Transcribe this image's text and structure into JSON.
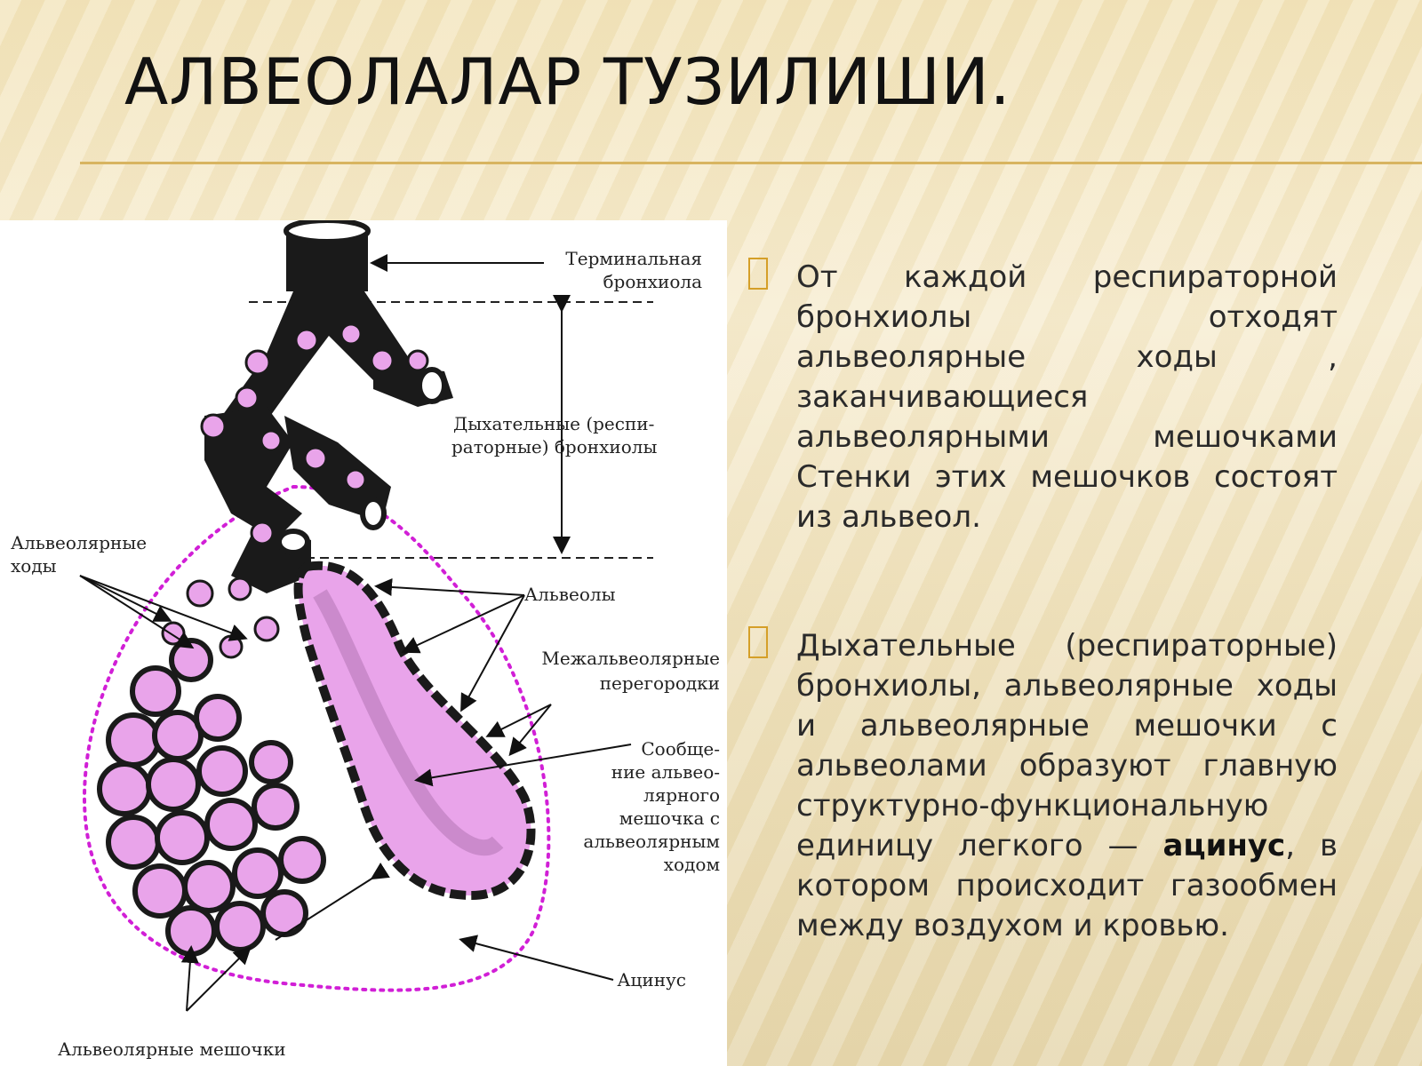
{
  "slide": {
    "title": "АЛВЕОЛАЛАР ТУЗИЛИШИ."
  },
  "diagram": {
    "labels": {
      "terminal_1": "Терминальная",
      "terminal_2": "бронхиола",
      "resp_1": "Дыхательные (респи-",
      "resp_2": "раторные) бронхиолы",
      "alv_ducts_1": "Альвеолярные",
      "alv_ducts_2": "ходы",
      "alveoli": "Альвеолы",
      "septa_1": "Межальвеолярные",
      "septa_2": "перегородки",
      "comm_1": "Сообще-",
      "comm_2": "ние альвео-",
      "comm_3": "лярного",
      "comm_4": "мешочка с",
      "comm_5": "альвеолярным",
      "comm_6": "ходом",
      "acinus": "Ацинус",
      "sacs": "Альвеолярные мешочки"
    },
    "colors": {
      "alveoli_fill": "#e9a4ea",
      "outline": "#1a1a1a",
      "acinus_border": "#d11fd6"
    }
  },
  "bullets": [
    {
      "icon": "bullet-icon",
      "text": "От каждой респираторной бронхиолы отходят альвеолярные ходы , заканчивающиеся альвеолярными мешочками Стенки этих мешочков состоят из альвеол."
    },
    {
      "icon": "bullet-icon",
      "text_before": "Дыхательные (респираторные) бронхиолы, альвеолярные ходы и альвеолярные мешочки с альвеолами образуют главную структурно-функциональную единицу легкого — ",
      "text_bold": "ацинус",
      "text_after": ", в котором происходит газообмен между воздухом и кровью."
    }
  ]
}
